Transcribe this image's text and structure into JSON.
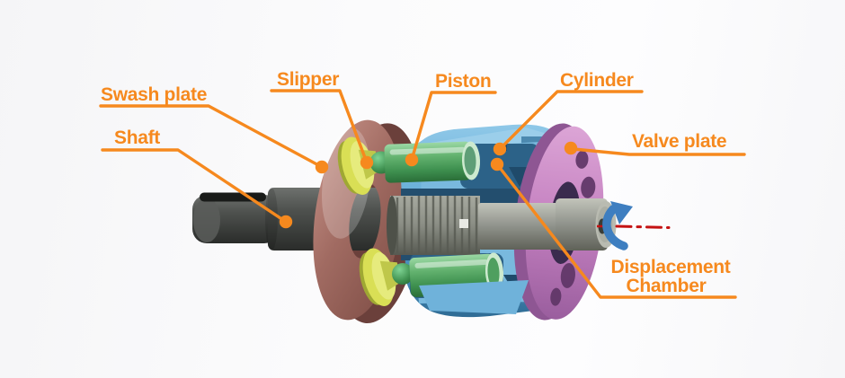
{
  "diagram": {
    "subject": "axial-piston-pump-cutaway",
    "labels": {
      "swash_plate": "Swash plate",
      "shaft": "Shaft",
      "slipper": "Slipper",
      "piston": "Piston",
      "cylinder": "Cylinder",
      "valve_plate": "Valve plate",
      "displacement_chamber": {
        "line1": "Displacement",
        "line2": "Chamber"
      }
    },
    "icons": {
      "rotation_arrow": "curved-rotation-arrow",
      "axis_line": "dash-dot-center-axis"
    },
    "colors": {
      "label_orange": "#F6891E",
      "swash_plate_mauve": "#A16B62",
      "shaft_gray": "#4F524F",
      "slipper_yellow": "#D9DF55",
      "piston_green": "#55A763",
      "cylinder_blue": "#5AA6D2",
      "valve_plate_pink": "#C480C0",
      "spline_gray": "#8A8D84",
      "axis_red": "#C41212",
      "rotation_arrow_blue": "#3E7EC0"
    }
  }
}
